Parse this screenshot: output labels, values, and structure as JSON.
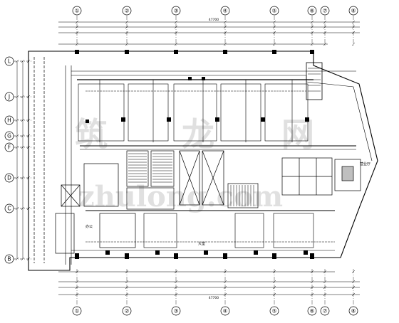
{
  "grid": {
    "columns_top": [
      "①",
      "②",
      "③",
      "④",
      "⑤",
      "⑥",
      "⑦",
      "⑧"
    ],
    "columns_bottom": [
      "①",
      "②",
      "③",
      "④",
      "⑤",
      "⑥",
      "⑦",
      "⑧"
    ],
    "rows_left": [
      "L",
      "J",
      "H",
      "G",
      "F",
      "D",
      "C",
      "B"
    ]
  },
  "dimensions": {
    "overall_top": "47700",
    "overall_bottom": "47700"
  },
  "rooms": {
    "right_label": "营业厅",
    "center_label": "大堂",
    "left_label": "办公"
  },
  "watermark": {
    "line1": [
      "筑",
      "龙",
      "网"
    ],
    "line2": "zhulong.com"
  }
}
